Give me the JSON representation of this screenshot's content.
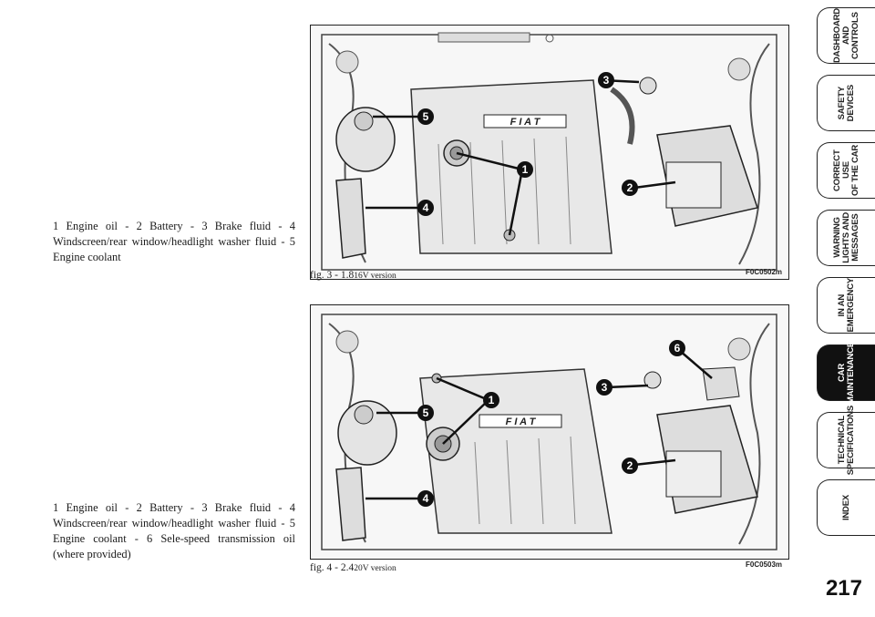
{
  "figures": [
    {
      "caption": "1 Engine oil - 2 Battery - 3 Brake fluid - 4 Windscreen/rear window/headlight washer fluid - 5 Engine coolant",
      "label": "fig. 3 - 1.8",
      "label_suffix": "16V version",
      "code": "F0C0502m",
      "callouts": [
        "1",
        "2",
        "3",
        "4",
        "5"
      ],
      "brand": "F I A T"
    },
    {
      "caption": "1 Engine oil - 2 Battery - 3 Brake fluid - 4 Windscreen/rear window/headlight washer fluid - 5 Engine coolant - 6 Sele-speed transmission oil (where provided)",
      "label": "fig. 4 - 2.4",
      "label_suffix": "20V version",
      "code": "F0C0503m",
      "callouts": [
        "1",
        "2",
        "3",
        "4",
        "5",
        "6"
      ],
      "brand": "F I A T"
    }
  ],
  "tabs": [
    {
      "label": "DASHBOARD\nAND CONTROLS",
      "active": false
    },
    {
      "label": "SAFETY\nDEVICES",
      "active": false
    },
    {
      "label": "CORRECT USE\nOF THE CAR",
      "active": false
    },
    {
      "label": "WARNING\nLIGHTS AND\nMESSAGES",
      "active": false
    },
    {
      "label": "IN AN\nEMERGENCY",
      "active": false
    },
    {
      "label": "CAR\nMAINTENANCE",
      "active": true
    },
    {
      "label": "TECHNICAL\nSPECIFICATIONS",
      "active": false
    },
    {
      "label": "INDEX",
      "active": false
    }
  ],
  "page_number": "217",
  "colors": {
    "ink": "#1a1a1a",
    "active_tab": "#111111",
    "paper": "#ffffff"
  }
}
